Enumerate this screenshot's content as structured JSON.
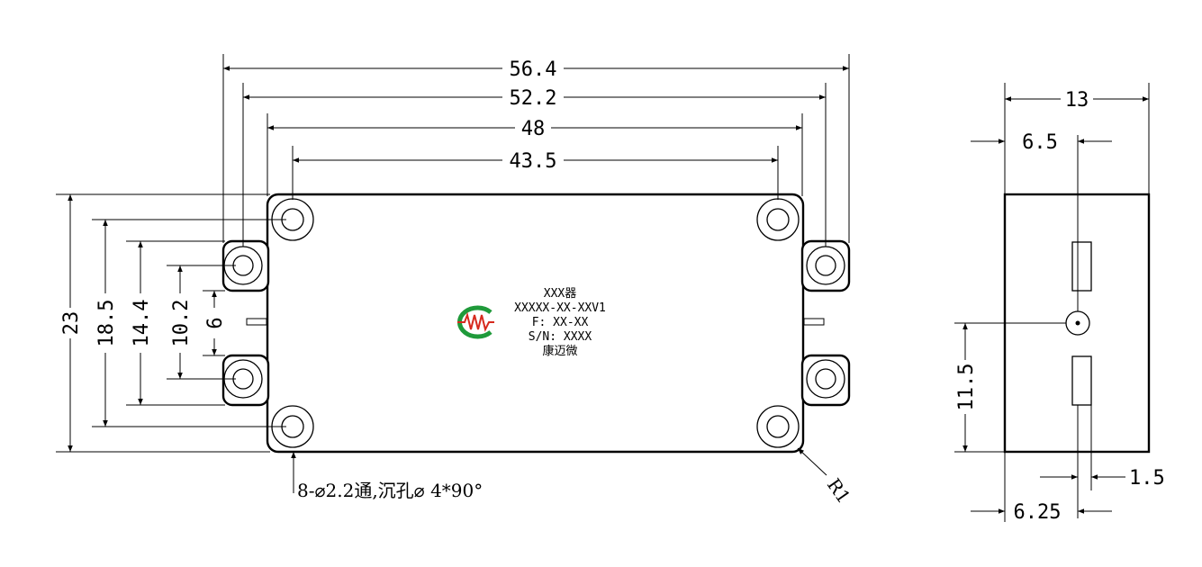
{
  "dimensions": {
    "w_56_4": "56.4",
    "w_52_2": "52.2",
    "w_48": "48",
    "w_43_5": "43.5",
    "h_23": "23",
    "h_18_5": "18.5",
    "h_14_4": "14.4",
    "h_10_2": "10.2",
    "h_6": "6",
    "side_13": "13",
    "side_6_5": "6.5",
    "side_11_5": "11.5",
    "side_1_5": "1.5",
    "side_6_25": "6.25"
  },
  "label": {
    "line1": "XXX器",
    "line2": "XXXXX-XX-XXV1",
    "line3": "F: XX-XX",
    "line4": "S/N: XXXX",
    "line5": "康迈微"
  },
  "notes": {
    "holes": "8-⌀2.2通,沉孔⌀ 4*90°",
    "radius": "R1"
  },
  "colors": {
    "logo_green": "#1f9a3a",
    "logo_red": "#d62a1e",
    "line": "#000000"
  }
}
